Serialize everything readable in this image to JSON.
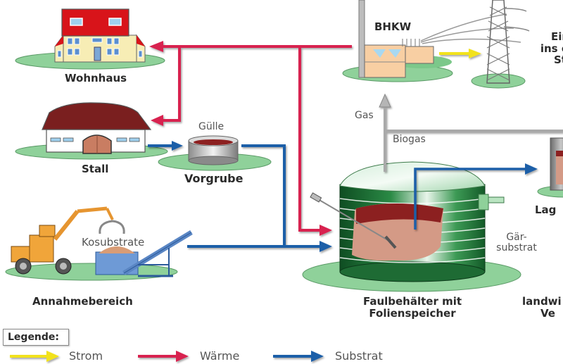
{
  "diagram": {
    "title": "Biogasanlage Schema",
    "nodes": {
      "wohnhaus": {
        "label": "Wohnhaus"
      },
      "stall": {
        "label": "Stall"
      },
      "vorgrube": {
        "label": "Vorgrube",
        "sublabel": "Gülle"
      },
      "annahmebereich": {
        "label": "Annahmebereich",
        "sublabel": "Kosubstrate"
      },
      "bhkw": {
        "label": "BHKW"
      },
      "einspeisung": {
        "label_line1": "Ein",
        "label_line2": "ins ö",
        "label_line3": "St"
      },
      "faulbehaelter": {
        "label_line1": "Faulbehälter mit",
        "label_line2": "Folienspeicher"
      },
      "lager": {
        "label": "Lag"
      },
      "landwirtschaft": {
        "label_line1": "landwi",
        "label_line2": "Ve"
      }
    },
    "flow_labels": {
      "gas": "Gas",
      "biogas": "Biogas",
      "gaersubstrat_line1": "Gär-",
      "gaersubstrat_line2": "substrat"
    },
    "colors": {
      "strom": "#f2e21a",
      "waerme": "#d8204f",
      "substrat": "#1f5fa8",
      "gas": "#a9a9a9",
      "ground": "#8fd19a",
      "tank_green": "#1e6b34",
      "roof_red": "#d8141a",
      "barn_roof": "#7a1f1f"
    }
  },
  "legend": {
    "title": "Legende:",
    "items": [
      {
        "label": "Strom",
        "color": "#f2e21a"
      },
      {
        "label": "Wärme",
        "color": "#d8204f"
      },
      {
        "label": "Substrat",
        "color": "#1f5fa8"
      }
    ]
  }
}
